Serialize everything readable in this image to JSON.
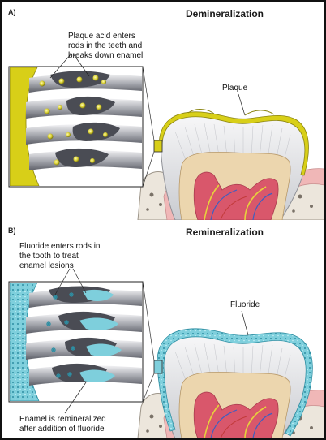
{
  "panel_a": {
    "letter": "A)",
    "title": "Demineralization",
    "callout_acid": [
      "Plaque acid enters",
      "rods in the teeth and",
      "breaks down enamel"
    ],
    "label_plaque": "Plaque",
    "colors": {
      "deposit": "#d8cf18",
      "deposit_dark": "#8a8410"
    }
  },
  "panel_b": {
    "letter": "B)",
    "title": "Remineralization",
    "callout_fluoride": [
      "Fluoride enters rods in",
      "the tooth to treat",
      "enamel lesions"
    ],
    "label_fluoride": "Fluoride",
    "callout_remineralized": [
      "Enamel is remineralized",
      "after addition of fluoride"
    ],
    "colors": {
      "deposit": "#7ecfdc",
      "deposit_dark": "#2e8fa3"
    }
  },
  "tooth_colors": {
    "enamel": "#e6e7ea",
    "dentin": "#ecd6ae",
    "pulp": "#d9576b",
    "gum": "#f0b7b7",
    "bone": "#ece6dc"
  }
}
